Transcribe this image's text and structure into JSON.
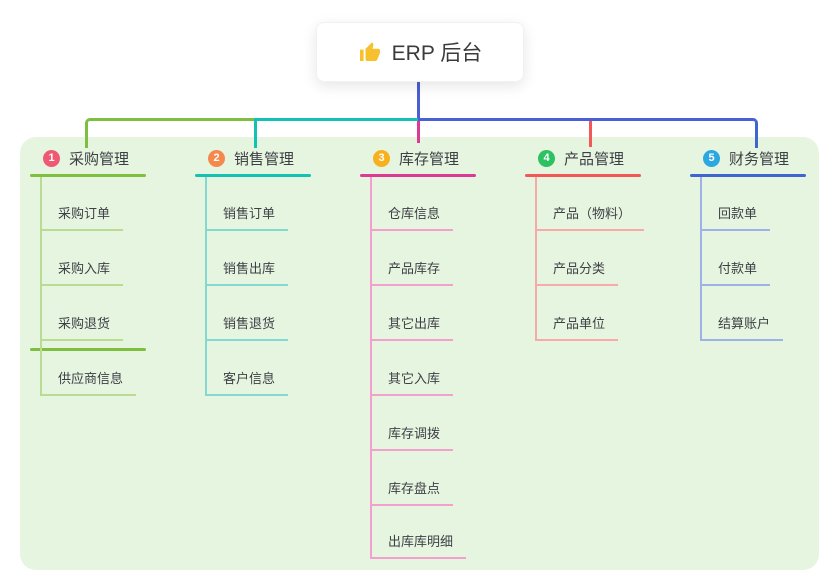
{
  "root": {
    "label": "ERP 后台",
    "icon": "thumbs-up"
  },
  "colors": {
    "panel_background": "#e6f5e0",
    "root_line": "#4a5ed6"
  },
  "branches": [
    {
      "num": "1",
      "label": "采购管理",
      "badge_color": "#ef5a72",
      "line_color": "#7fbf3f",
      "child_line_color": "#b9dc92",
      "children": [
        "采购订单",
        "采购入库",
        "采购退货",
        "供应商信息"
      ]
    },
    {
      "num": "2",
      "label": "销售管理",
      "badge_color": "#f5894d",
      "line_color": "#13c2b3",
      "child_line_color": "#85d8d0",
      "children": [
        "销售订单",
        "销售出库",
        "销售退货",
        "客户信息"
      ]
    },
    {
      "num": "3",
      "label": "库存管理",
      "badge_color": "#f8b11e",
      "line_color": "#dd3a96",
      "child_line_color": "#f3a0ce",
      "children": [
        "仓库信息",
        "产品库存",
        "其它出库",
        "其它入库",
        "库存调拨",
        "库存盘点",
        "出库库明细"
      ]
    },
    {
      "num": "4",
      "label": "产品管理",
      "badge_color": "#2ec162",
      "line_color": "#f25858",
      "child_line_color": "#f8a9a9",
      "children": [
        "产品（物料）",
        "产品分类",
        "产品单位"
      ]
    },
    {
      "num": "5",
      "label": "财务管理",
      "badge_color": "#2ba8e0",
      "line_color": "#3f66d0",
      "child_line_color": "#9db3e6",
      "children": [
        "回款单",
        "付款单",
        "结算账户"
      ]
    }
  ]
}
